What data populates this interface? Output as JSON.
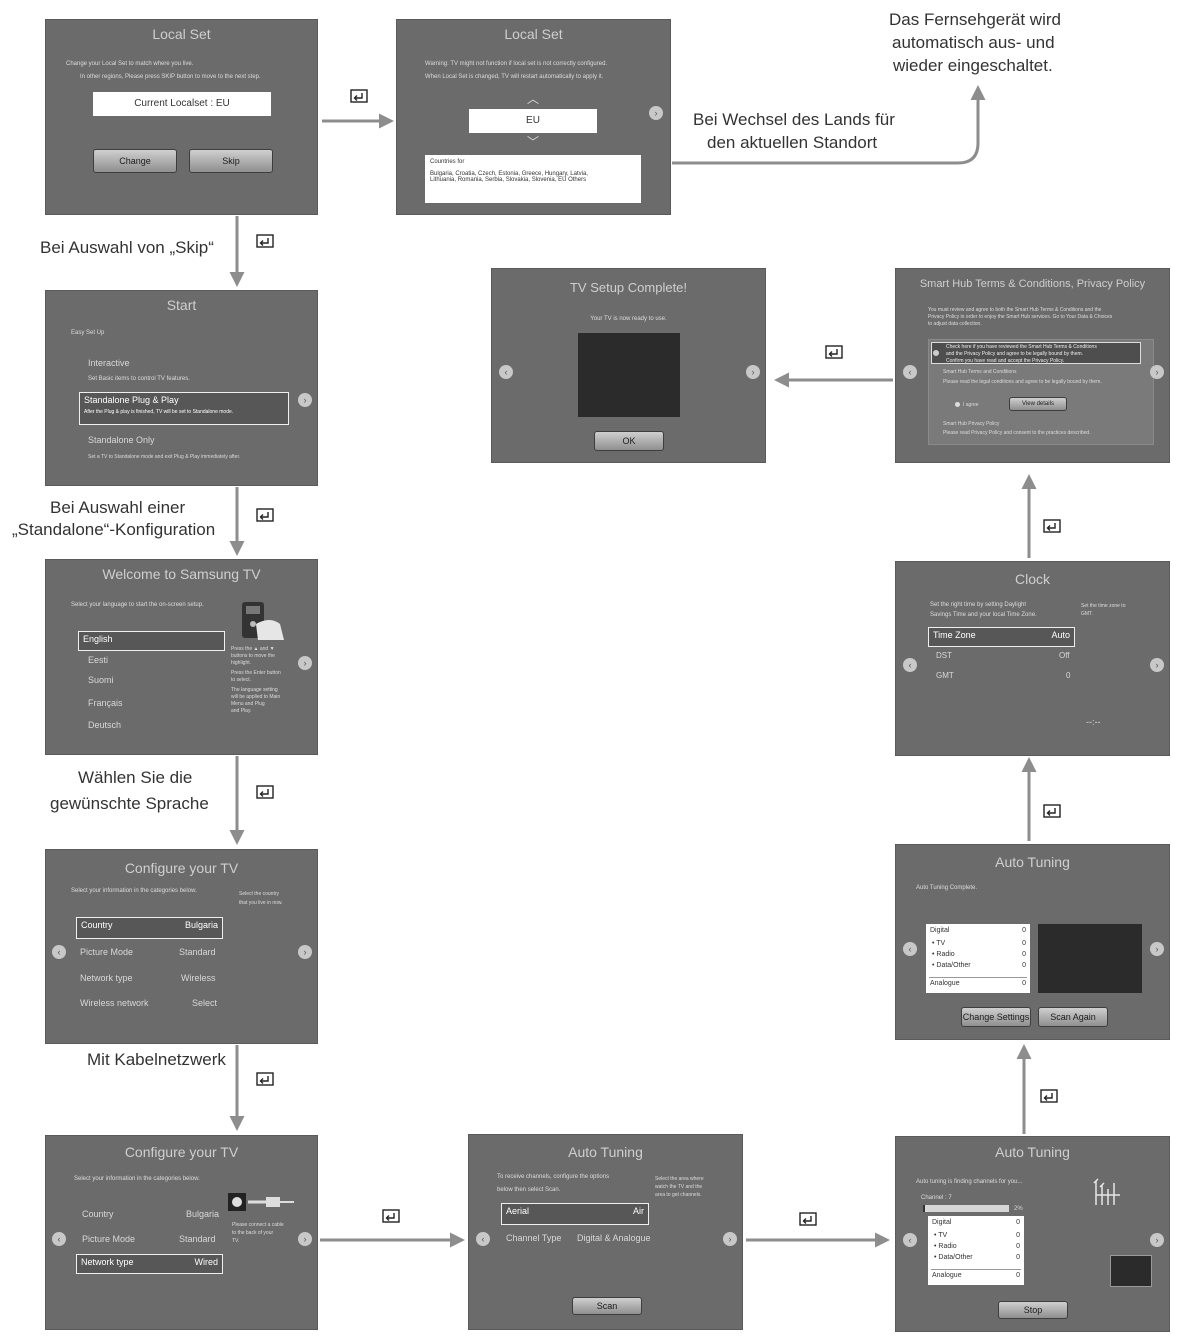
{
  "labels": {
    "skip": "Bei Auswahl von „Skip“",
    "standalone_1": "Bei Auswahl einer",
    "standalone_2": "„Standalone“-Konfiguration",
    "language_1": "Wählen Sie die",
    "language_2": "gewünschte Sprache",
    "cable": "Mit Kabelnetzwerk",
    "country_change_1": "Bei Wechsel des Lands für",
    "country_change_2": "den aktuellen Standort",
    "restart_1": "Das Fernsehgerät wird",
    "restart_2": "automatisch aus- und",
    "restart_3": "wieder eingeschaltet."
  },
  "screens": {
    "local_set_1": {
      "title": "Local Set",
      "text_1": "Change your Local Set to match where you live.",
      "text_2": "In other regions, Please press SKIP button to move to the next step.",
      "current": "Current Localset : EU",
      "change": "Change",
      "skip": "Skip"
    },
    "local_set_2": {
      "title": "Local Set",
      "text_1": "Warning: TV might not function if local set is not correctly configured.",
      "text_2": "When Local Set is changed, TV will restart automatically to apply it.",
      "value": "EU",
      "countries_label": "Countries for",
      "countries_1": "Bulgaria, Croatia, Czech, Estonia, Greece, Hungary, Latvia,",
      "countries_2": "Lithuania, Romania, Serbia, Slovakia, Slovenia, EU Others"
    },
    "start": {
      "title": "Start",
      "subtitle": "Easy Set Up",
      "interactive": "Interactive",
      "interactive_desc": "Set Basic items to control TV features.",
      "plug_play": "Standalone Plug & Play",
      "plug_play_desc": "After the Plug & play is finished, TV will be set to Standalone mode.",
      "standalone_only": "Standalone Only",
      "standalone_only_desc": "Set a TV to Standalone mode and exit Plug & Play immediately after."
    },
    "welcome": {
      "title": "Welcome to Samsung TV",
      "subtitle": "Select your language to start the on-screen setup.",
      "languages": [
        "English",
        "Eesti",
        "Suomi",
        "Français",
        "Deutsch"
      ],
      "help_1": "Press the ▲ and ▼",
      "help_2": "buttons to move the",
      "help_3": "highlight.",
      "help_4": "Press the Enter button",
      "help_5": "to select.",
      "help_6": "The language setting",
      "help_7": "will be applied to Main",
      "help_8": "Menu and Plug",
      "help_9": "and Play."
    },
    "configure_1": {
      "title": "Configure your TV",
      "subtitle": "Select your information in the categories below.",
      "help_1": "Select the country",
      "help_2": "that you live in now.",
      "rows": [
        {
          "k": "Country",
          "v": "Bulgaria"
        },
        {
          "k": "Picture Mode",
          "v": "Standard"
        },
        {
          "k": "Network type",
          "v": "Wireless"
        },
        {
          "k": "Wireless network",
          "v": "Select"
        }
      ]
    },
    "configure_2": {
      "title": "Configure your TV",
      "subtitle": "Select your information in the categories below.",
      "help_1": "Please connect a cable",
      "help_2": "to the back of your",
      "help_3": "TV.",
      "rows": [
        {
          "k": "Country",
          "v": "Bulgaria"
        },
        {
          "k": "Picture Mode",
          "v": "Standard"
        },
        {
          "k": "Network type",
          "v": "Wired"
        }
      ]
    },
    "auto_tuning_1": {
      "title": "Auto Tuning",
      "text_1": "To receive channels, configure the options",
      "text_2": "below then select Scan.",
      "help_1": "Select the area where",
      "help_2": "watch the TV and the",
      "help_3": "area to get channels.",
      "aerial": "Aerial",
      "aerial_v": "Air",
      "ctype": "Channel Type",
      "ctype_v": "Digital & Analogue",
      "scan": "Scan"
    },
    "auto_tuning_2": {
      "title": "Auto Tuning",
      "text": "Auto tuning is finding channels for you...",
      "channel": "Channel : 7",
      "percent": "2%",
      "rows": [
        {
          "k": "Digital",
          "v": "0"
        },
        {
          "k": "• TV",
          "v": "0"
        },
        {
          "k": "• Radio",
          "v": "0"
        },
        {
          "k": "• Data/Other",
          "v": "0"
        },
        {
          "k": "Analogue",
          "v": "0"
        }
      ],
      "stop": "Stop"
    },
    "auto_tuning_3": {
      "title": "Auto Tuning",
      "text": "Auto Tuning Complete.",
      "rows": [
        {
          "k": "Digital",
          "v": "0"
        },
        {
          "k": "• TV",
          "v": "0"
        },
        {
          "k": "• Radio",
          "v": "0"
        },
        {
          "k": "• Data/Other",
          "v": "0"
        },
        {
          "k": "Analogue",
          "v": "0"
        }
      ],
      "change_settings": "Change Settings",
      "scan_again": "Scan Again"
    },
    "clock": {
      "title": "Clock",
      "text_1": "Set the right time by setting Daylight",
      "text_2": "Savings Time and your local Time Zone.",
      "help_1": "Set the time zone to",
      "help_2": "GMT.",
      "rows": [
        {
          "k": "Time Zone",
          "v": "Auto"
        },
        {
          "k": "DST",
          "v": "Off"
        },
        {
          "k": "GMT",
          "v": "0"
        }
      ],
      "time": "--:--"
    },
    "smart_hub": {
      "title": "Smart Hub Terms & Conditions, Privacy Policy",
      "text_1": "You must review and agree to both the Smart Hub Terms & Conditions and the",
      "text_2": "Privacy Policy in order to enjoy the Smart Hub services. Go to Your Data & Choices",
      "text_3": "to adjust data collection.",
      "box_1": "Check here if you have reviewed the Smart Hub Terms & Conditions",
      "box_2": "and the Privacy Policy and agree to be legally bound by them.",
      "box_3": "Confirm you have read and accept the Privacy Policy.",
      "sec_1": "Smart Hub Terms and Conditions",
      "sec_1_text": "Please read the legal conditions and agree to be legally bound by them.",
      "agree": "I agree",
      "view_details": "View details",
      "sec_2": "Smart Hub Privacy Policy",
      "sec_2_text": "Please read Privacy Policy and consent to the practices described."
    },
    "complete": {
      "title": "TV Setup Complete!",
      "text": "Your TV is now ready to use.",
      "ok": "OK"
    }
  }
}
